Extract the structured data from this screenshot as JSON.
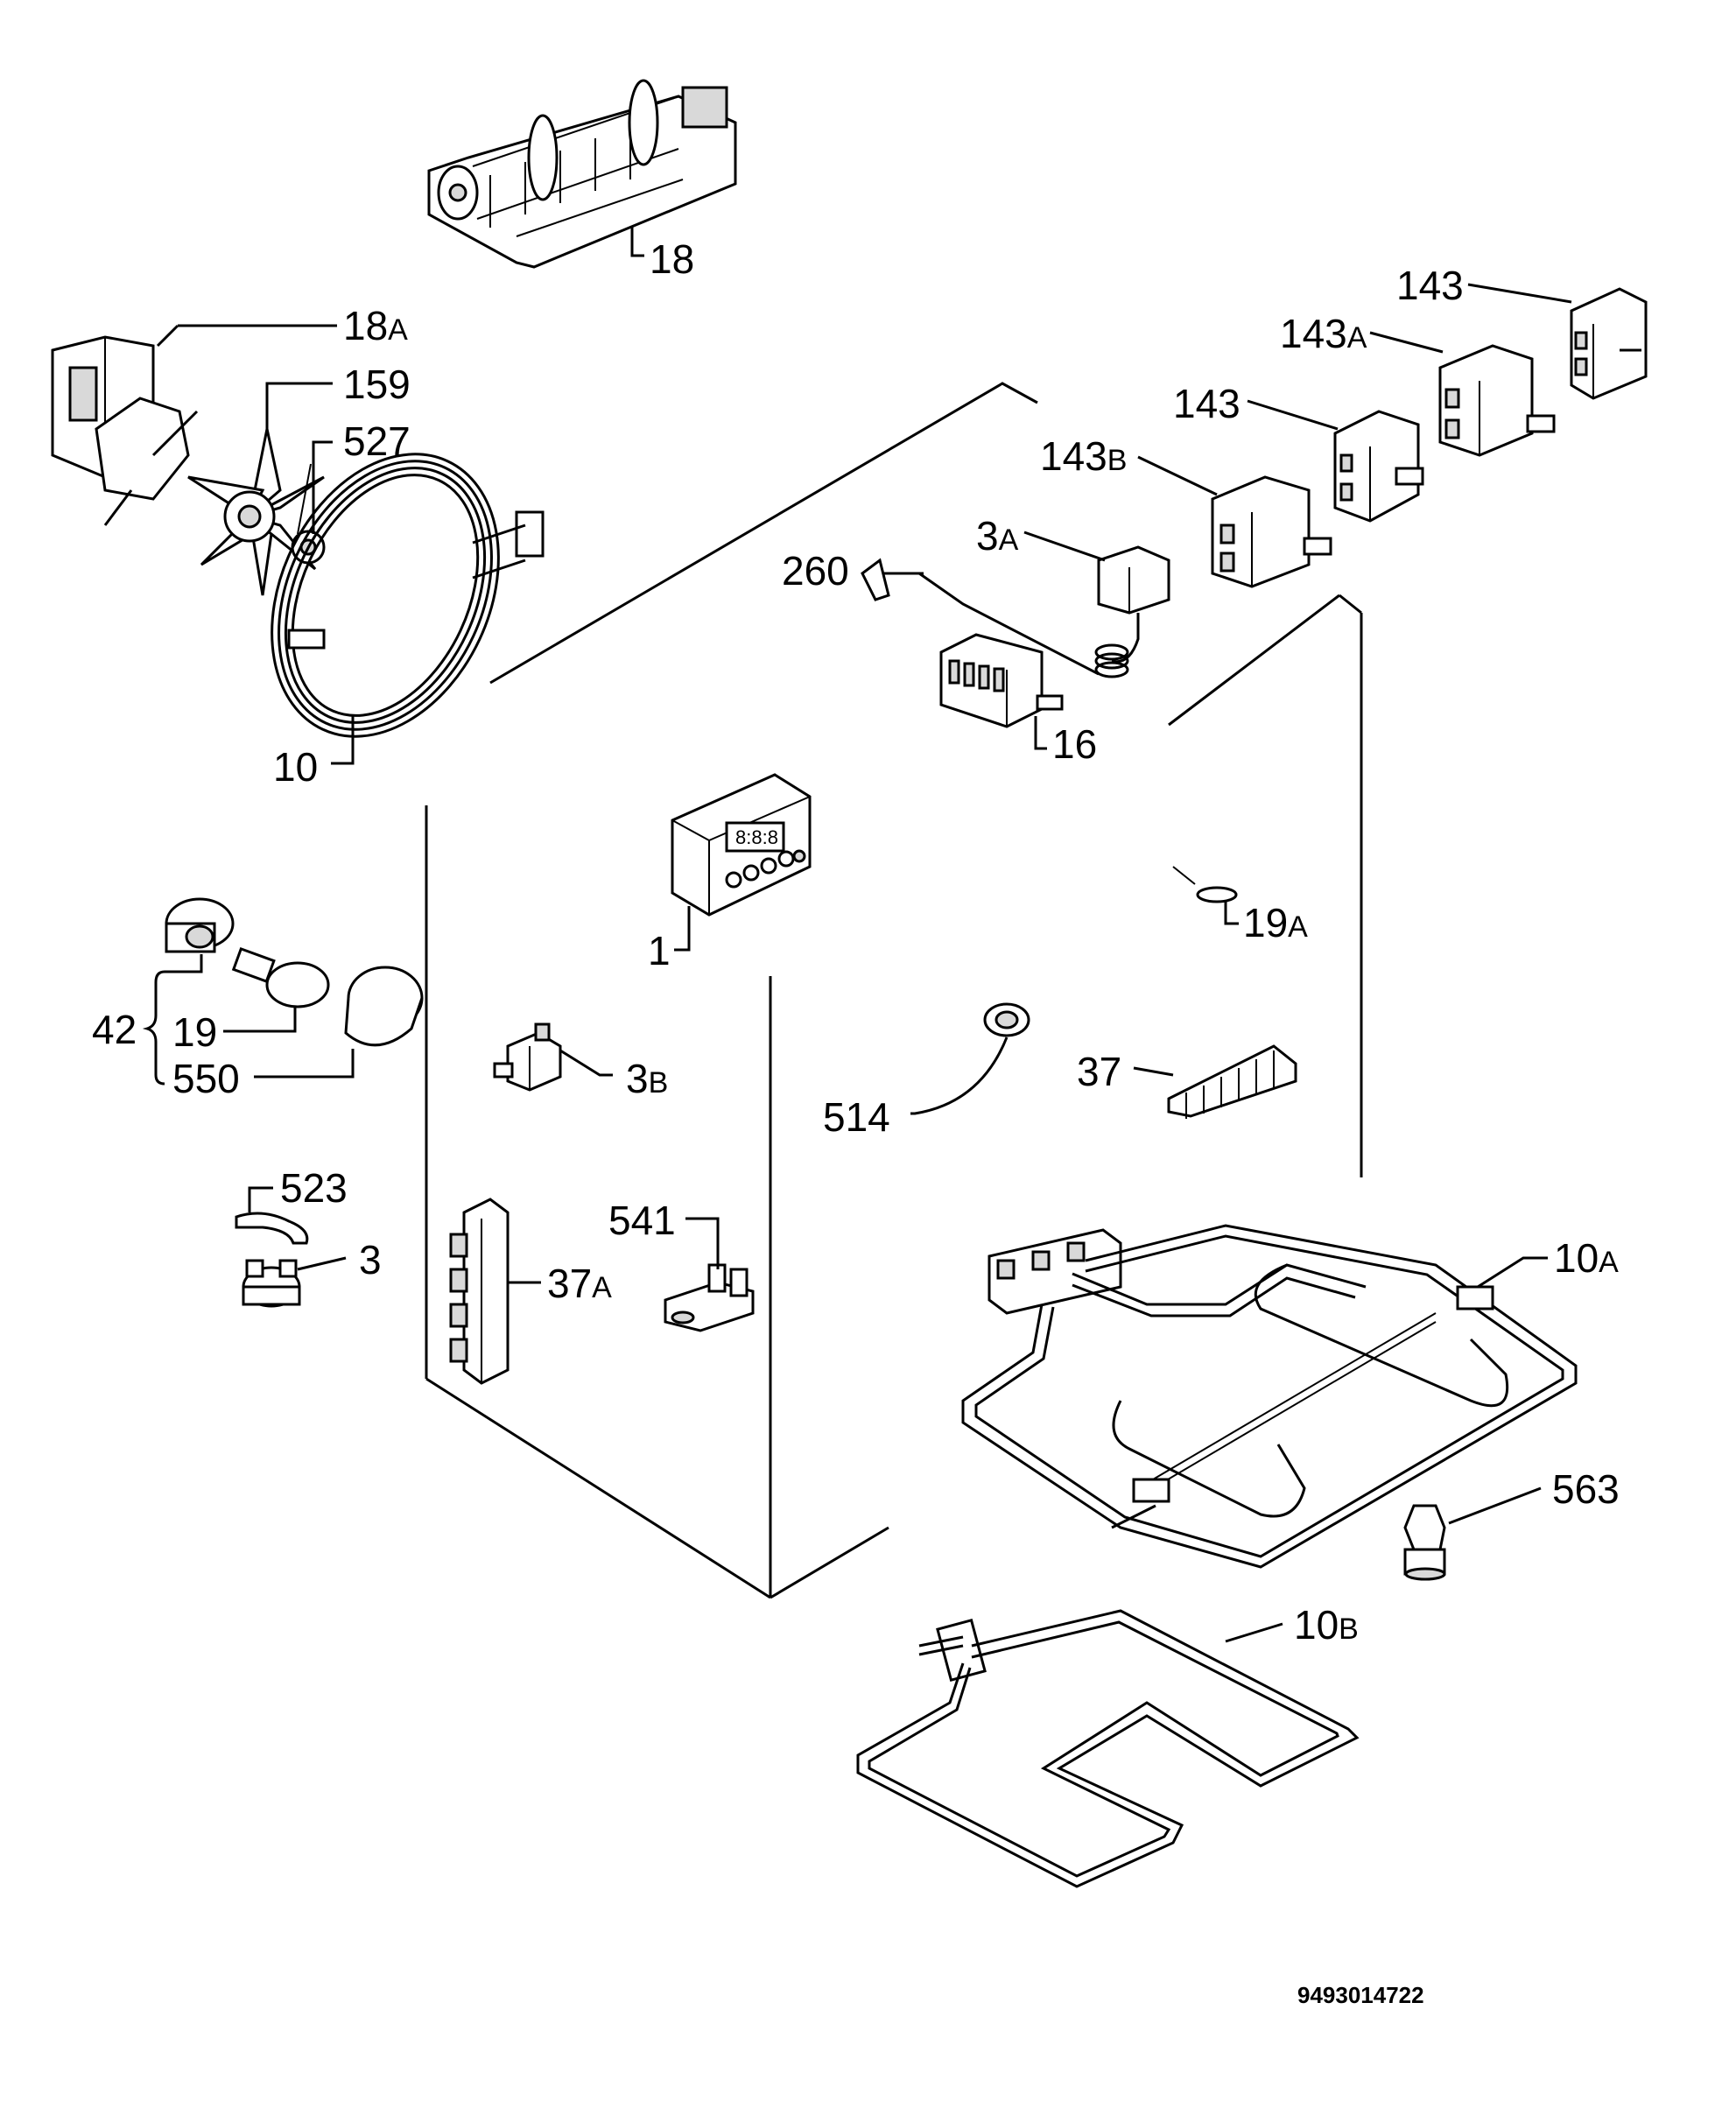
{
  "callouts": {
    "c18": "18",
    "c18a": "18",
    "c18a_suffix": "A",
    "c159": "159",
    "c527": "527",
    "c10": "10",
    "c143_top": "143",
    "c143a": "143",
    "c143a_suffix": "A",
    "c143_mid": "143",
    "c143b": "143",
    "c143b_suffix": "B",
    "c3a": "3",
    "c3a_suffix": "A",
    "c260": "260",
    "c16": "16",
    "c1": "1",
    "c19a": "19",
    "c19a_suffix": "A",
    "c42": "42",
    "c19": "19",
    "c550": "550",
    "c3b": "3",
    "c3b_suffix": "B",
    "c514": "514",
    "c37": "37",
    "c523": "523",
    "c3": "3",
    "c541": "541",
    "c37a": "37",
    "c37a_suffix": "A",
    "c10a": "10",
    "c10a_suffix": "A",
    "c563": "563",
    "c10b": "10",
    "c10b_suffix": "B"
  },
  "doc_number": "9493014722"
}
